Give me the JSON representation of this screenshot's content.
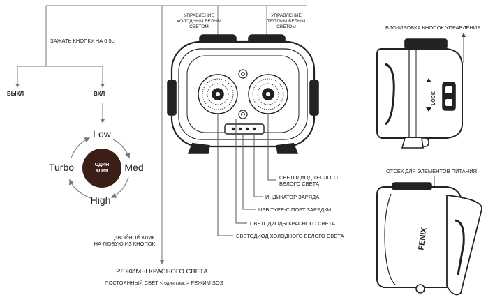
{
  "top_left": {
    "press_note": "ЗАЖАТЬ КНОПКУ НА 0,5с",
    "off": "ВЫКЛ",
    "on": "ВКЛ"
  },
  "cycle": {
    "modes": [
      "Low",
      "Med",
      "High",
      "Turbo"
    ],
    "center_line1": "ОДИН",
    "center_line2": "КЛИК"
  },
  "double_click": {
    "line1": "ДВОЙНОЙ КЛИК",
    "line2": "НА ЛЮБУЮ ИЗ КНОПОК"
  },
  "red_modes": {
    "title": "РЕЖИМЫ КРАСНОГО СВЕТА",
    "left": "ПОСТОЯННЫЙ СВЕТ <",
    "middle": "один клик",
    "right": "> РЕЖИМ SOS"
  },
  "headlamp_top": {
    "cold_control": [
      "УПРАВЛЕНИЕ",
      "ХОЛОДНЫМ БЕЛЫМ",
      "СВЕТОМ"
    ],
    "warm_control": [
      "УПРАВЛЕНИЕ",
      "ТЕПЛЫМ БЕЛЫМ",
      "СВЕТОМ"
    ]
  },
  "callouts": {
    "warm_led": [
      "СВЕТОДИОД ТЕПЛОГО",
      "БЕЛОГО СВЕТА"
    ],
    "charge_indicator": "ИНДИКАТОР ЗАРЯДА",
    "usb_port": "USB TYPE-C ПОРТ ЗАРЯДКИ",
    "red_leds": "СВЕТОДИОДЫ КРАСНОГО СВЕТА",
    "cold_led": "СВЕТОДИОД ХОЛОДНОГО БЕЛОГО СВЕТА"
  },
  "side_view": {
    "lock_title": "БЛОКИРОВКА КНОПОК УПРАВЛЕНИЯ",
    "lock_text": "LOCK"
  },
  "battery_view": {
    "title": "ОТСЕК ДЛЯ ЭЛЕМЕНТОВ ПИТАНИЯ",
    "brand": "FENIX"
  }
}
